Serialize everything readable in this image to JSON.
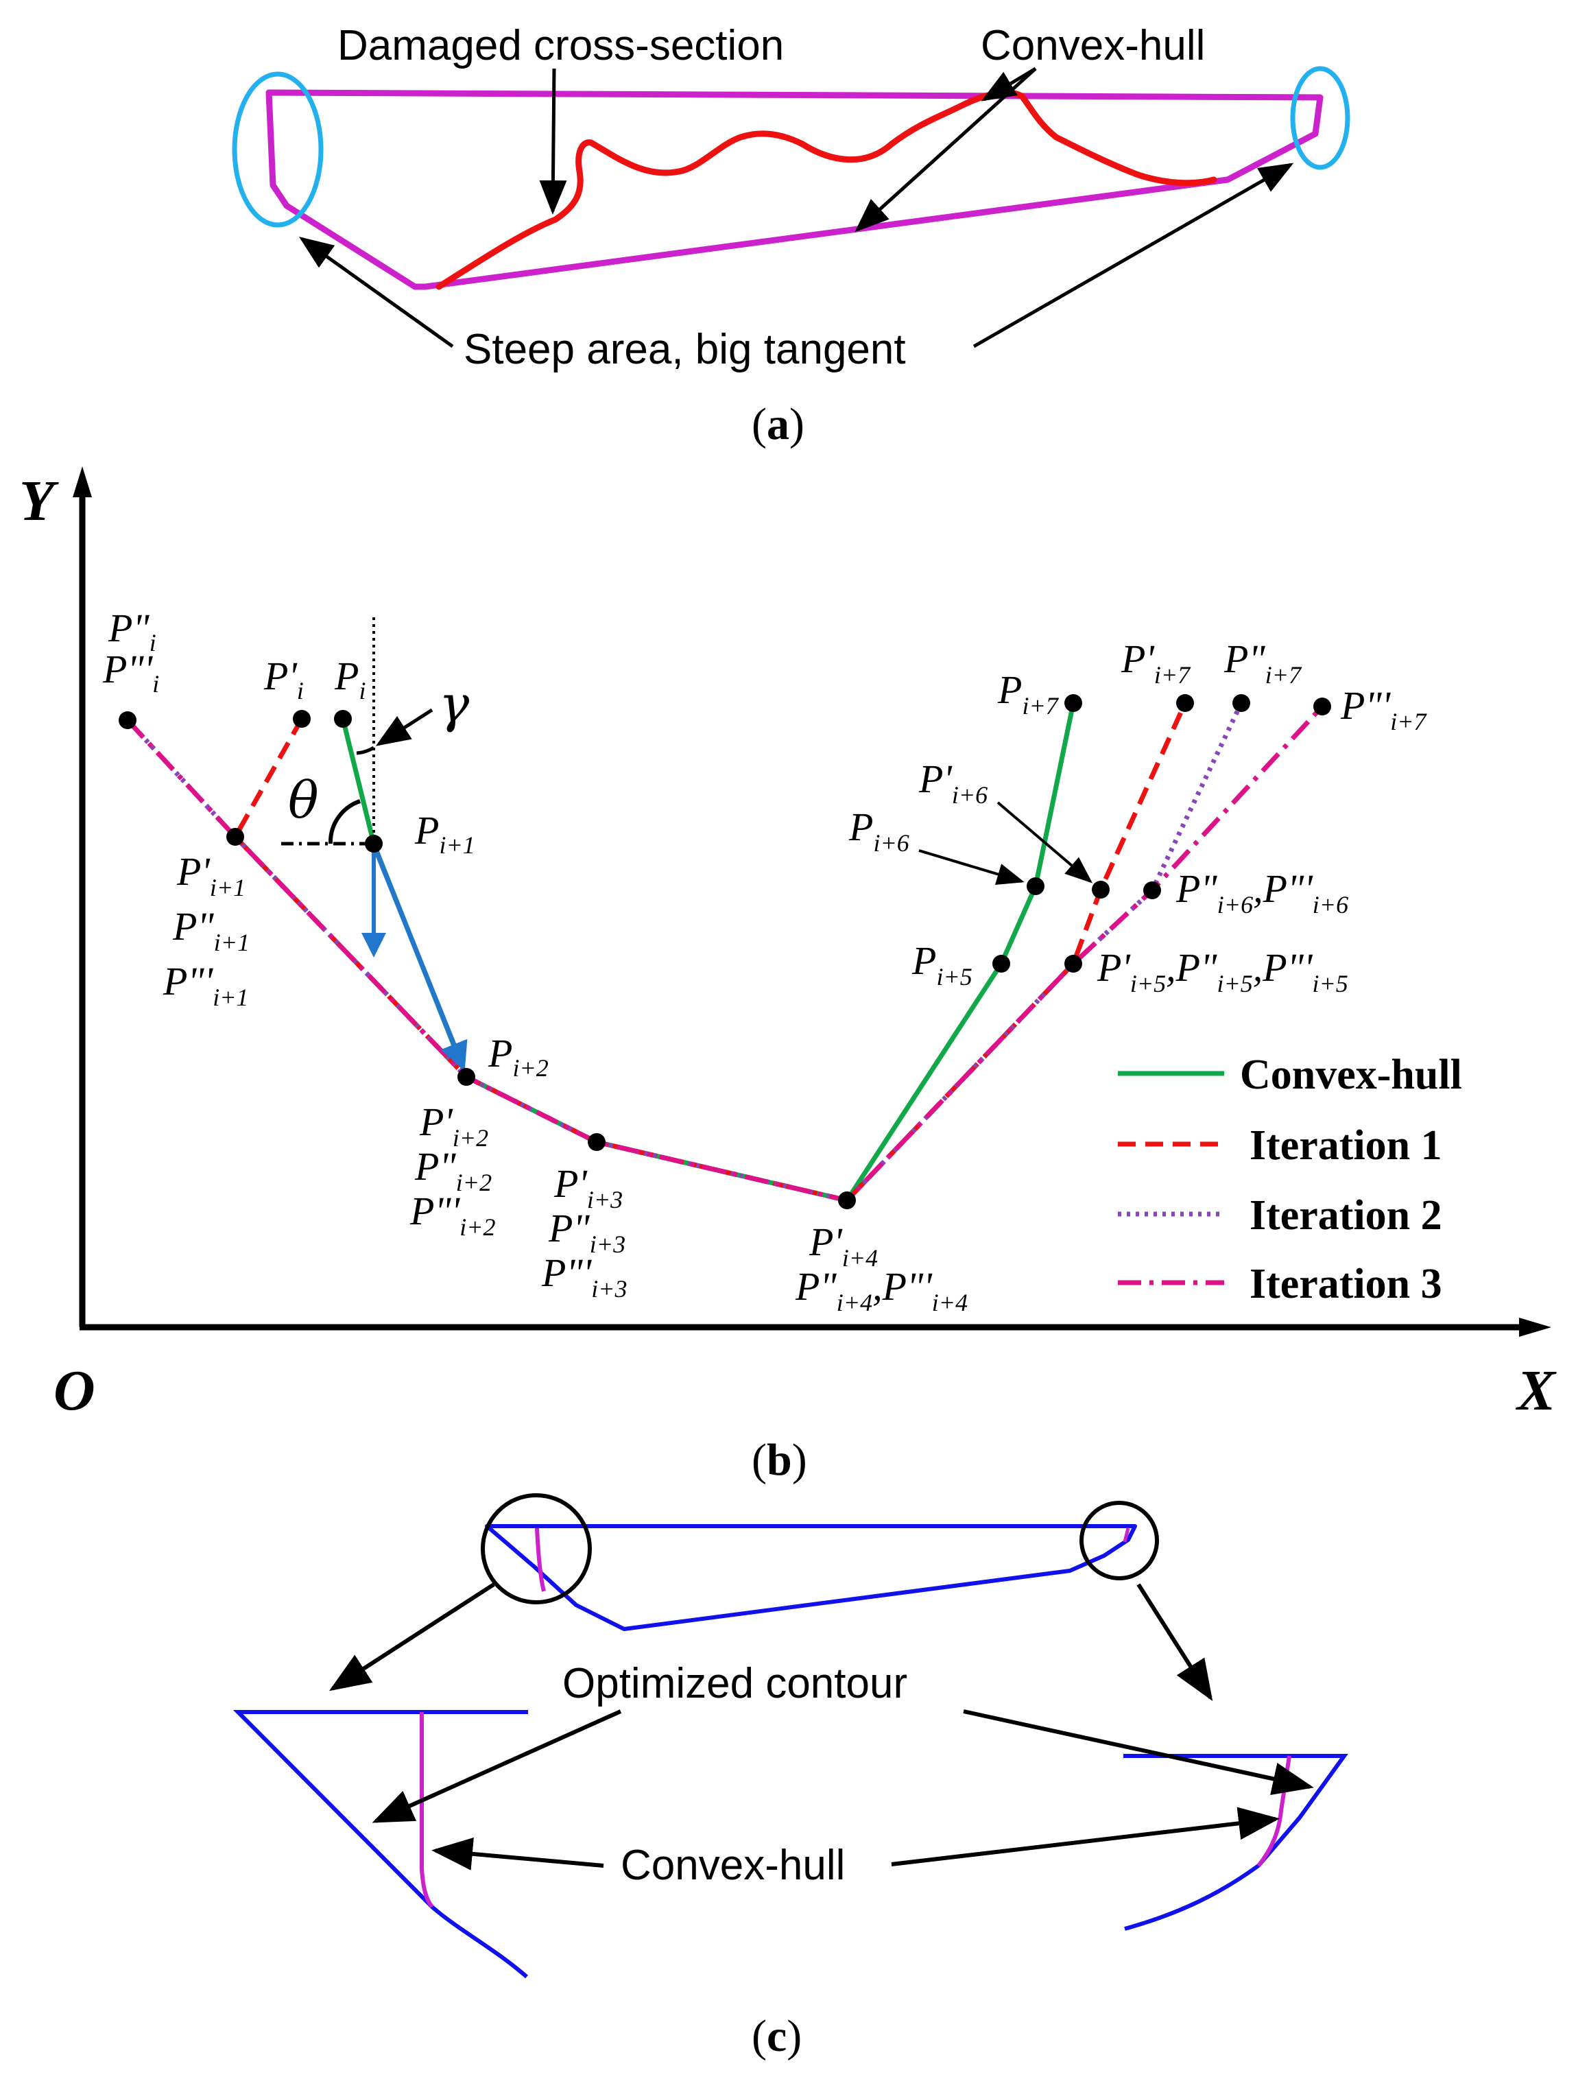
{
  "colors": {
    "convex_hull": "#cc22cc",
    "damaged_section": "#ee1111",
    "highlight_circle": "#22b0ee",
    "green_hull": "#11a84a",
    "iteration1": "#ee1111",
    "iteration2": "#8844bb",
    "iteration3": "#dd1188",
    "optimized_blue": "#1111ee",
    "vector_blue": "#2277cc"
  },
  "panel_a": {
    "damaged_label": "Damaged cross-section",
    "hull_label": "Convex-hull",
    "steep_label": "Steep area, big tangent",
    "caption_open": "(",
    "caption_letter": "a",
    "caption_close": ")"
  },
  "panel_b": {
    "y_axis": "Y",
    "x_axis": "X",
    "origin": "O",
    "theta": "θ",
    "gamma": "γ",
    "caption_open": "(",
    "caption_letter": "b",
    "caption_close": ")",
    "legend": [
      {
        "label": "Convex-hull",
        "style": "solid",
        "color": "#11a84a"
      },
      {
        "label": "Iteration 1",
        "style": "dashed",
        "color": "#ee1111"
      },
      {
        "label": "Iteration 2",
        "style": "dotted",
        "color": "#8844bb"
      },
      {
        "label": "Iteration 3",
        "style": "dashdot",
        "color": "#dd1188"
      }
    ],
    "labels": {
      "p_dd_i": "P\"",
      "p_ddd_i": "P\"'",
      "sub_i": "i",
      "p_d_i": "P'",
      "p_i": "P",
      "p_i1": "P",
      "sub_i1": "i+1",
      "p_d_i1": "P'",
      "p_dd_i1": "P\"",
      "p_ddd_i1": "P\"'",
      "p_i2": "P",
      "sub_i2": "i+2",
      "p_d_i2": "P'",
      "p_dd_i2": "P\"",
      "p_ddd_i2": "P\"'",
      "p_d_i3": "P'",
      "sub_i3": "i+3",
      "p_dd_i3": "P\"",
      "p_ddd_i3": "P\"'",
      "p_d_i4": "P'",
      "sub_i4": "i+4",
      "p_dd_i4": "P\"",
      "p_ddd_i4": "P\"'",
      "comma": ",",
      "p_i5": "P",
      "sub_i5": "i+5",
      "p_d_i5": "P'",
      "p_dd_i5": "P\"",
      "p_ddd_i5": "P\"'",
      "p_i6": "P",
      "sub_i6": "i+6",
      "p_d_i6": "P'",
      "p_dd_i6": "P\"",
      "p_ddd_i6": "P\"'",
      "p_i7": "P",
      "sub_i7": "i+7",
      "p_d_i7": "P'",
      "p_dd_i7": "P\"",
      "p_ddd_i7": "P\"'"
    }
  },
  "panel_c": {
    "optimized_label": "Optimized contour",
    "hull_label": "Convex-hull",
    "caption_open": "(",
    "caption_letter": "c",
    "caption_close": ")"
  }
}
